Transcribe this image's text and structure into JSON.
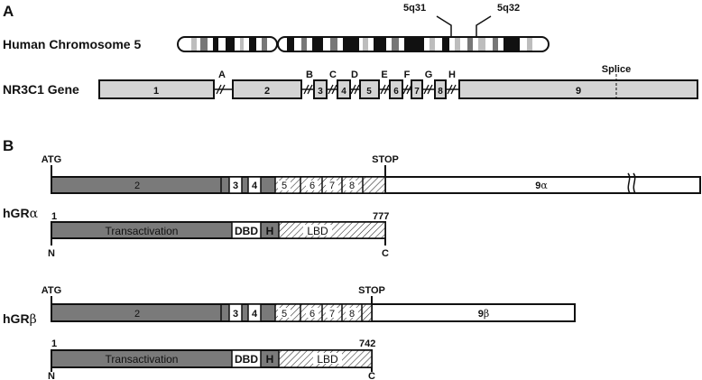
{
  "panel_a": {
    "label": "A",
    "chromosome_title": "Human Chromosome 5",
    "band_left": "5q31",
    "band_right": "5q32",
    "gene_title": "NR3C1 Gene",
    "exons": [
      "1",
      "2",
      "3",
      "4",
      "5",
      "6",
      "7",
      "8",
      "9"
    ],
    "introns": [
      "A",
      "B",
      "C",
      "D",
      "E",
      "F",
      "G",
      "H"
    ],
    "splice_label": "Splice"
  },
  "panel_b": {
    "label": "B",
    "alpha": {
      "name_prefix": "hGR",
      "name_greek": "α",
      "atg": "ATG",
      "stop": "STOP",
      "exons": [
        "2",
        "3",
        "4",
        "5",
        "6",
        "7",
        "8"
      ],
      "tail_prefix": "9",
      "tail_greek": "α",
      "start_num": "1",
      "end_num": "777",
      "n_term": "N",
      "c_term": "C",
      "domains": [
        "Transactivation",
        "DBD",
        "H",
        "LBD"
      ]
    },
    "beta": {
      "name_prefix": "hGR",
      "name_greek": "β",
      "atg": "ATG",
      "stop": "STOP",
      "exons": [
        "2",
        "3",
        "4",
        "5",
        "6",
        "7",
        "8"
      ],
      "tail_prefix": "9",
      "tail_greek": "β",
      "start_num": "1",
      "end_num": "742",
      "n_term": "N",
      "c_term": "C",
      "domains": [
        "Transactivation",
        "DBD",
        "H",
        "LBD"
      ]
    }
  },
  "colors": {
    "light_gray": "#d4d4d4",
    "dark_gray": "#7a7a7a",
    "black": "#111111",
    "white": "#ffffff"
  }
}
